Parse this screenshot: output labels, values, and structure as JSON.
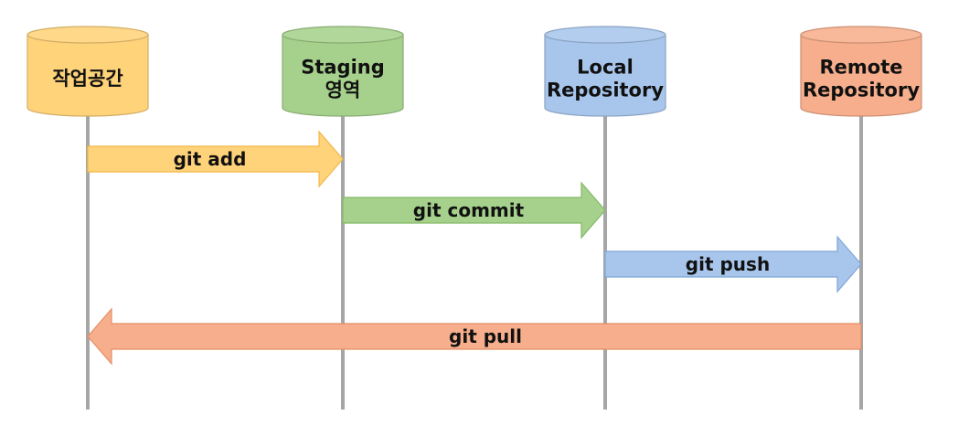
{
  "nodes": [
    {
      "id": "workspace",
      "lines": [
        "작업공간"
      ],
      "color": "#FFD37A"
    },
    {
      "id": "staging",
      "lines": [
        "Staging",
        "영역"
      ],
      "color": "#A6D18C"
    },
    {
      "id": "local",
      "lines": [
        "Local",
        "Repository"
      ],
      "color": "#A8C6EC"
    },
    {
      "id": "remote",
      "lines": [
        "Remote",
        "Repository"
      ],
      "color": "#F7AE8C"
    }
  ],
  "arrows": [
    {
      "label": "git add",
      "from": "workspace",
      "to": "staging",
      "color": "#FFD37A",
      "stroke": "#F2B84B"
    },
    {
      "label": "git commit",
      "from": "staging",
      "to": "local",
      "color": "#A6D18C",
      "stroke": "#84B866"
    },
    {
      "label": "git push",
      "from": "local",
      "to": "remote",
      "color": "#A8C6EC",
      "stroke": "#7FA6D6"
    },
    {
      "label": "git pull",
      "from": "remote",
      "to": "workspace",
      "color": "#F7AE8C",
      "stroke": "#E68E66"
    }
  ],
  "colors": {
    "lifeline": "#A6A6A6",
    "text": "#111111"
  }
}
